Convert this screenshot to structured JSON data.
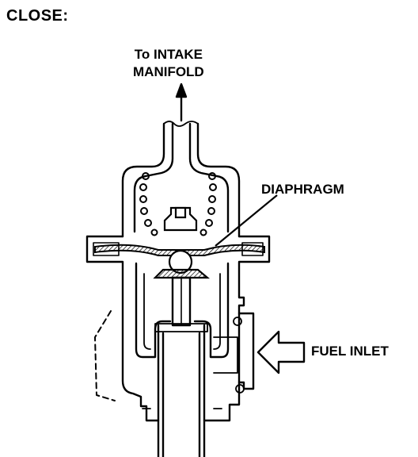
{
  "heading": "CLOSE:",
  "labels": {
    "intake_line1": "To INTAKE",
    "intake_line2": "MANIFOLD",
    "diaphragm": "DIAPHRAGM",
    "fuel_inlet": "FUEL INLET"
  },
  "colors": {
    "ink": "#000000",
    "paper": "#ffffff",
    "hatch": "#555555"
  }
}
